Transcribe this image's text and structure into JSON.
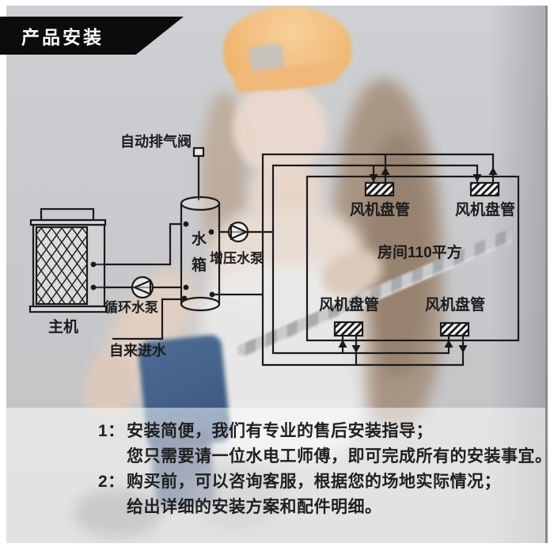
{
  "banner": {
    "title": "产品安装"
  },
  "diagram": {
    "valve_label": "自动排气阀",
    "main_unit_label": "主机",
    "tank_char_1": "水",
    "tank_char_2": "箱",
    "booster_pump_label": "增压水泵",
    "circulation_pump_label": "循环水泵",
    "tap_water_label": "自来进水",
    "room_label": "房间110平方",
    "fan_coils": [
      {
        "label": "风机盘管"
      },
      {
        "label": "风机盘管"
      },
      {
        "label": "风机盘管"
      },
      {
        "label": "风机盘管"
      }
    ]
  },
  "notes": {
    "item1_no": "1：",
    "item1_line1": "安装简便，我们有专业的售后安装指导；",
    "item1_line2": "您只需要请一位水电工师傅，即可完成所有的安装事宜。",
    "item2_no": "2：",
    "item2_line1": "购买前，可以咨询客服，根据您的场地实际情况；",
    "item2_line2": "给出详细的安装方案和配件明细。"
  },
  "colors": {
    "line": "#1a1a1a",
    "banner_bg": "#0c0c0c",
    "banner_text": "#ffffff",
    "cap": "#f2bd7c",
    "photo_bg": "#c9cacc",
    "drill_body": "#44618a",
    "text": "#1c1c1c"
  }
}
